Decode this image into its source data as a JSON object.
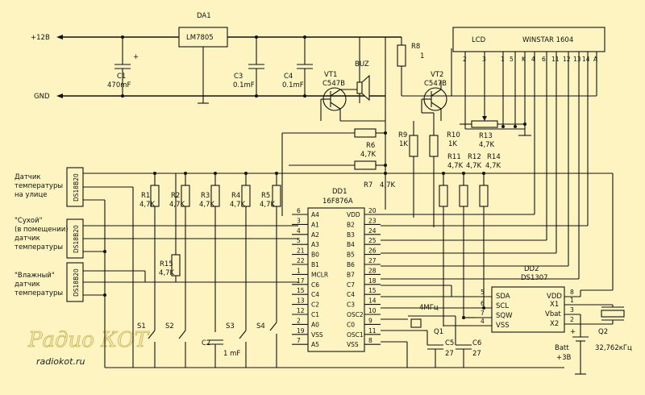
{
  "power": {
    "plus12": "+12В",
    "gnd": "GND"
  },
  "da1": {
    "ref": "DA1",
    "part": "LM7805"
  },
  "caps": {
    "c1_ref": "C1",
    "c1_val": "470mF",
    "c1_plus": "+",
    "c3_ref": "C3",
    "c3_val": "0.1mF",
    "c4_ref": "C4",
    "c4_val": "0.1mF",
    "c2_ref": "C2",
    "c2_val": "1 mF",
    "c5_ref": "C5",
    "c5_val": "27",
    "c6_ref": "C6",
    "c6_val": "27"
  },
  "transistors": {
    "vt1_ref": "VT1",
    "vt1_part": "C547B",
    "vt2_ref": "VT2",
    "vt2_part": "C547B",
    "buz": "BUZ"
  },
  "resistors": {
    "r8_ref": "R8",
    "r8_val": "1",
    "r6_ref": "R6",
    "r6_val": "4,7K",
    "r7_ref": "R7",
    "r7_val": "4,7K",
    "r9_ref": "R9",
    "r9_val": "1K",
    "r10_ref": "R10",
    "r10_val": "1K",
    "r11_ref": "R11",
    "r11_val": "4,7K",
    "r12_ref": "R12",
    "r12_val": "4,7K",
    "r14_ref": "R14",
    "r14_val": "4,7K",
    "r13_ref": "R13",
    "r13_val": "4,7K",
    "r15_ref": "R15",
    "r15_val": "4,7K",
    "r1_ref": "R1",
    "r2_ref": "R2",
    "r3_ref": "R3",
    "r4_ref": "R4",
    "r5_ref": "R5",
    "rn_val": "4,7K"
  },
  "lcd": {
    "label": "LCD",
    "part": "WINSTAR 1604",
    "pins": [
      "2",
      "3",
      "1",
      "5",
      "K",
      "4",
      "6",
      "11",
      "12",
      "13",
      "14",
      "A"
    ]
  },
  "mcu": {
    "ref": "DD1",
    "part": "16F876A",
    "left_pins": [
      {
        "n": "6",
        "name": "A4"
      },
      {
        "n": "3",
        "name": "A1"
      },
      {
        "n": "4",
        "name": "A2"
      },
      {
        "n": "5",
        "name": "A3"
      },
      {
        "n": "21",
        "name": "B0"
      },
      {
        "n": "22",
        "name": "B1"
      },
      {
        "n": "1",
        "name": "MCLR"
      },
      {
        "n": "17",
        "name": "C6"
      },
      {
        "n": "15",
        "name": "C4"
      },
      {
        "n": "13",
        "name": "C2"
      },
      {
        "n": "12",
        "name": "C1"
      },
      {
        "n": "2",
        "name": "A0"
      },
      {
        "n": "19",
        "name": "VSS"
      },
      {
        "n": "7",
        "name": "A5"
      }
    ],
    "right_pins": [
      {
        "n": "20",
        "name": "VDD"
      },
      {
        "n": "23",
        "name": "B2"
      },
      {
        "n": "24",
        "name": "B3"
      },
      {
        "n": "25",
        "name": "B4"
      },
      {
        "n": "26",
        "name": "B5"
      },
      {
        "n": "27",
        "name": "B6"
      },
      {
        "n": "28",
        "name": "B7"
      },
      {
        "n": "18",
        "name": "C7"
      },
      {
        "n": "15",
        "name": "C4"
      },
      {
        "n": "14",
        "name": "C3"
      },
      {
        "n": "10",
        "name": "OSC2"
      },
      {
        "n": "9",
        "name": "C0"
      },
      {
        "n": "11",
        "name": "OSC1"
      },
      {
        "n": "8",
        "name": "VSS"
      }
    ]
  },
  "rtc": {
    "ref": "DD2",
    "part": "DS1307",
    "left_pins": [
      {
        "n": "5",
        "name": "SDA"
      },
      {
        "n": "6",
        "name": "SCL"
      },
      {
        "n": "7",
        "name": "SQW"
      },
      {
        "n": "4",
        "name": "VSS"
      }
    ],
    "right_pins": [
      {
        "n": "8",
        "name": "VDD"
      },
      {
        "n": "1",
        "name": "X1"
      },
      {
        "n": "3",
        "name": "Vbat"
      },
      {
        "n": "2",
        "name": "X2"
      }
    ]
  },
  "crystals": {
    "q1_ref": "Q1",
    "q1_val": "4МГц",
    "q2_ref": "Q2",
    "q2_val": "32,762кГц"
  },
  "battery": {
    "label": "Batt",
    "value": "+3В",
    "plus": "+"
  },
  "switches": [
    "S1",
    "S2",
    "S3",
    "S4"
  ],
  "sensors": [
    {
      "part": "DS18B20",
      "desc": [
        "Датчик",
        "температуры",
        "на улице"
      ]
    },
    {
      "part": "DS18B20",
      "desc": [
        "\"Сухой\"",
        "(в помещении)",
        "датчик",
        "температуры"
      ]
    },
    {
      "part": "DS18B20",
      "desc": [
        "\"Влажный\"",
        "датчик",
        "температуры"
      ]
    }
  ],
  "watermark": {
    "logo": "Радио КОТ",
    "url": "radiokot.ru"
  }
}
